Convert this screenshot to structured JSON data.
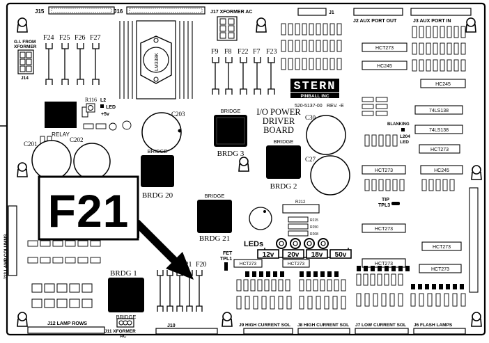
{
  "board": {
    "name_line1": "I/O POWER",
    "name_line2": "DRIVER",
    "name_line3": "BOARD",
    "logo": "STERN",
    "logo_sub": "PINBALL INC",
    "part_number": "520-5137-00",
    "revision": "REV. -E"
  },
  "callout": {
    "label": "F21"
  },
  "connectors": {
    "j15": "J15",
    "j16": "J16",
    "j17": "J17 XFORMER AC",
    "j1": "J1",
    "j2": "J2 AUX PORT OUT",
    "j3": "J3 AUX PORT IN",
    "j14": "J14",
    "gi_from_xformer_1": "G.I. FROM",
    "gi_from_xformer_2": "XFORMER",
    "j13": "J13 LAMP COLUMNS",
    "j12": "J12 LAMP ROWS",
    "j11_1": "J11 XFORMER",
    "j11_2": "AC",
    "j10": "J10",
    "j9": "J9 HIGH CURRENT SOL",
    "j8": "J8 HIGH CURRENT SOL",
    "j7": "J7 LOW CURRENT SOL",
    "j6": "J6 FLASH LAMPS"
  },
  "fuses": {
    "f24": "F24",
    "f25": "F25",
    "f26": "F26",
    "f27": "F27",
    "f9": "F9",
    "f8": "F8",
    "f22": "F22",
    "f7": "F7",
    "f23": "F23",
    "f21": "F21",
    "f20": "F20"
  },
  "bridges": {
    "bridge_word": "BRIDGE",
    "brdg3": "BRDG 3",
    "brdg20": "BRDG 20",
    "brdg2": "BRDG 2",
    "brdg21": "BRDG 21",
    "brdg1": "BRDG 1"
  },
  "components": {
    "relay": "RELAY",
    "r116": "R116",
    "l2_led": "L2",
    "led_word": "LED",
    "plus5v": "+5v",
    "c203": "C203",
    "c201": "C201",
    "c202": "C202",
    "c30": "C30",
    "c27": "C27",
    "regulator": "LM338K",
    "blanking": "BLANKING",
    "l204_led": "L204",
    "led2_word": "LED",
    "tip_tpl3_1": "TIP",
    "tip_tpl3_2": "TPL3",
    "fet_tpl1_1": "FET",
    "fet_tpl1_2": "TPL1",
    "leds_label": "LEDs",
    "r212": "R212",
    "r215": "R215",
    "r250": "R250",
    "r208": "R208",
    "led_12v": "12v",
    "led_20v": "20v",
    "led_18v": "18v",
    "led_50v": "50v"
  },
  "chips": {
    "hct273_a": "HCT273",
    "hc245_a": "HC245",
    "hc245_b": "HC245",
    "ls138_a": "74LS138",
    "ls138_b": "74LS138",
    "hct273_b": "HCT273",
    "hct273_c": "HCT273",
    "hc245_c": "HC245",
    "hct273_d": "HCT273",
    "hct273_e": "HCT273",
    "hct273_f": "HCT273",
    "hct273_g": "HCT273",
    "hct273_h": "HCT273",
    "hct273_i": "HCT273"
  }
}
